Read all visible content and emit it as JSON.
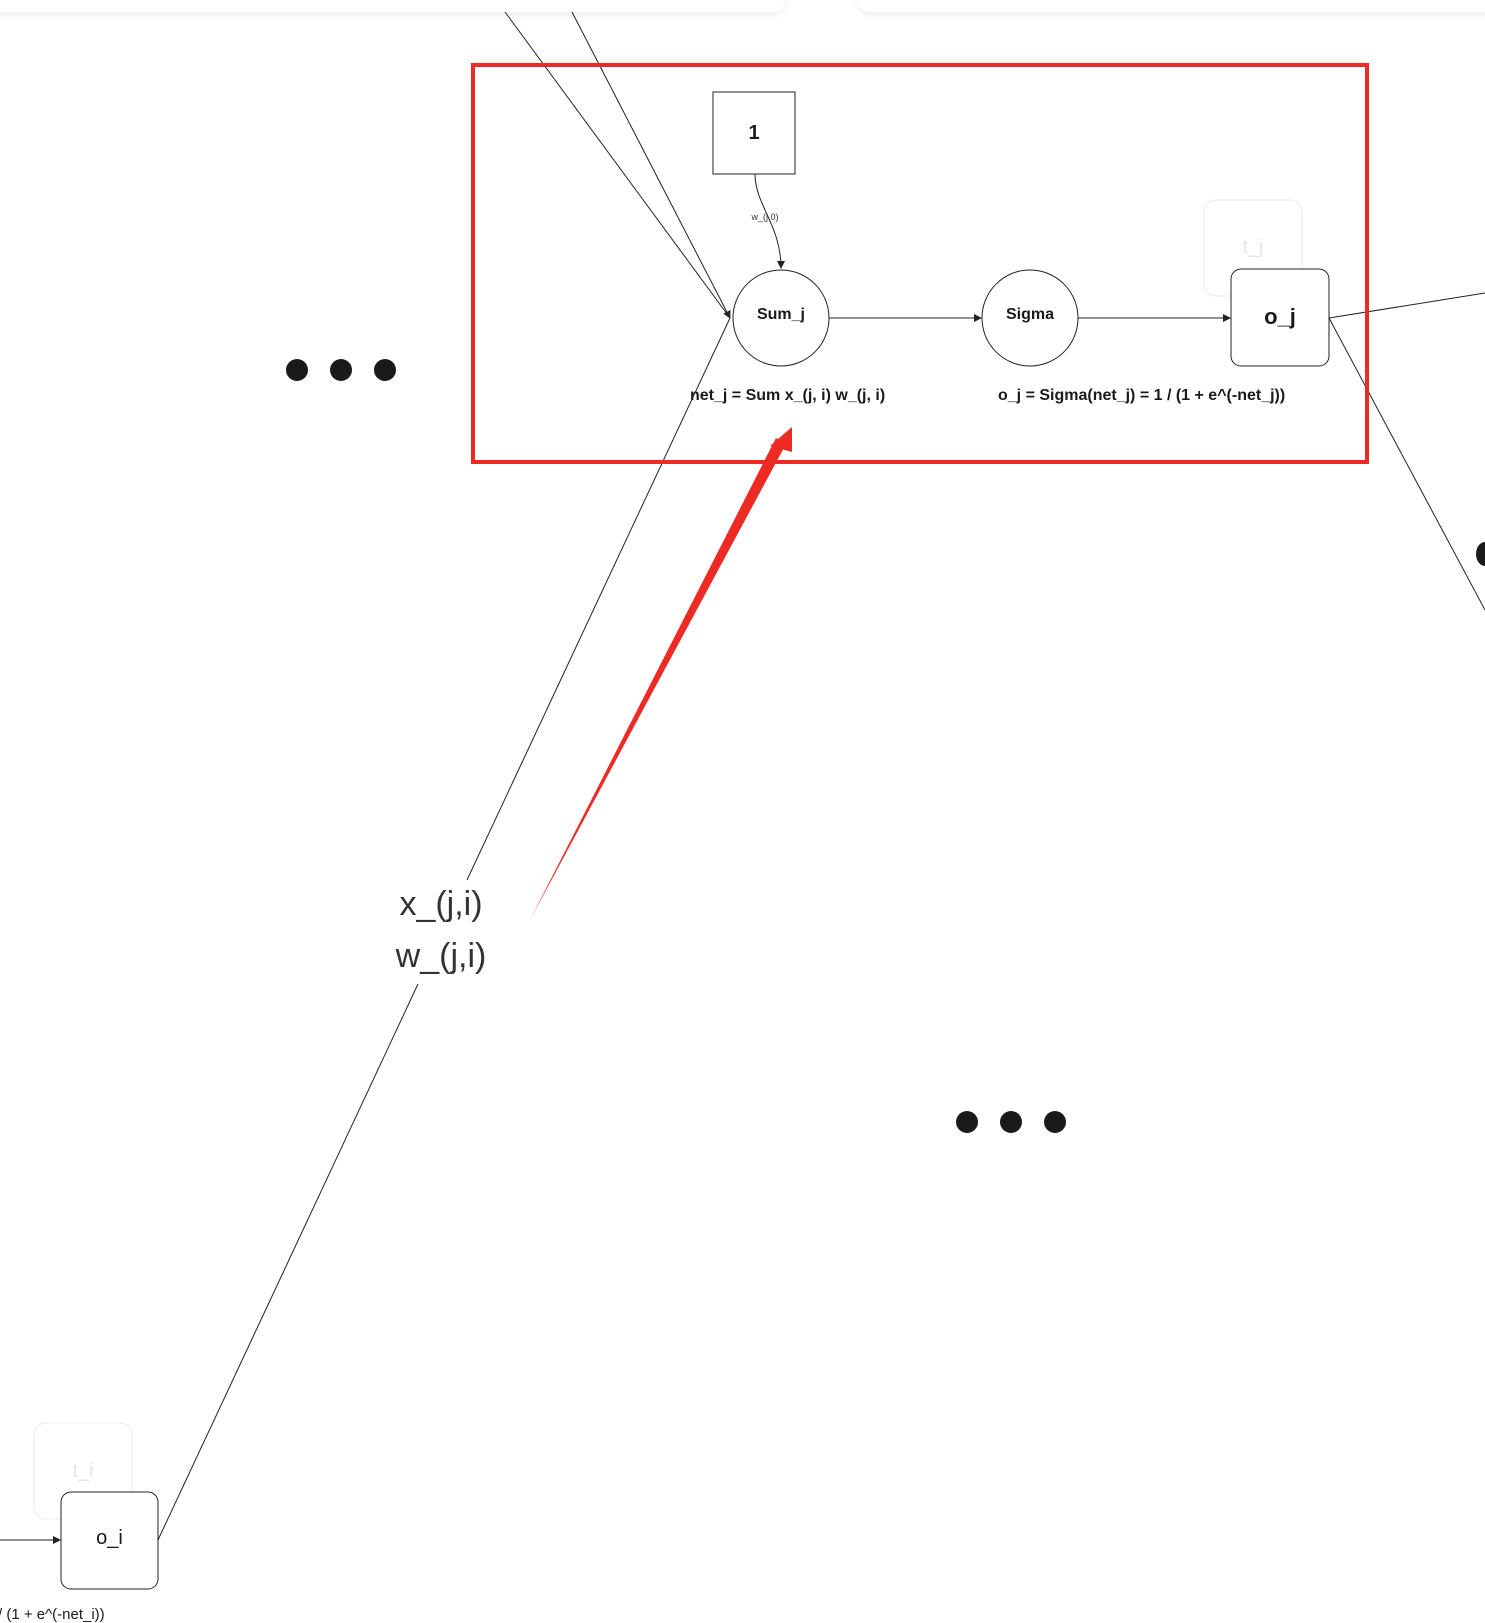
{
  "diagram": {
    "bias_node": {
      "label": "1"
    },
    "bias_edge_label": "w_(j,0)",
    "sum_node": {
      "label": "Sum_j"
    },
    "sigma_node": {
      "label": "Sigma"
    },
    "output_node": {
      "label": "o_j"
    },
    "target_ghost_j": {
      "label": "t_j"
    },
    "net_formula": "net_j = Sum x_(j, i) w_(j, i)",
    "sigma_formula": "o_j = Sigma(net_j) = 1 / (1 + e^(-net_j))",
    "input_edge_label_x": "x_(j,i)",
    "input_edge_label_w": "w_(j,i)",
    "output_node_i": {
      "label": "o_i"
    },
    "target_ghost_i": {
      "label": "t_i"
    },
    "bottom_partial_formula": "/ (1 + e^(-net_i))",
    "ellipsis_top": "•••",
    "ellipsis_middle": "•••"
  },
  "highlight": {
    "box_color": "#ee2a24",
    "arrow_color": "#ee2a24"
  }
}
